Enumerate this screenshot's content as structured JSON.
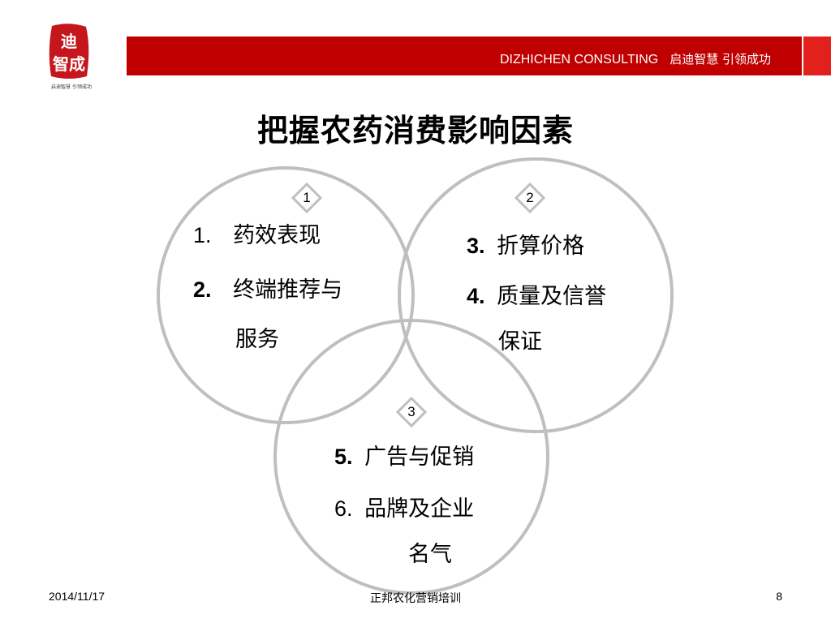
{
  "header": {
    "logo_text": "迪智成",
    "logo_tagline": "启迪智慧 引领成功",
    "company": "DIZHICHEN  CONSULTING",
    "slogan": "启迪智慧 引领成功"
  },
  "title": "把握农药消费影响因素",
  "diagram": {
    "groups": [
      {
        "marker": "1",
        "items": [
          {
            "num": "1.",
            "text": "药效表现"
          },
          {
            "num": "2.",
            "text": "终端推荐与",
            "cont": "服务"
          }
        ]
      },
      {
        "marker": "2",
        "items": [
          {
            "num": "3.",
            "text": "折算价格"
          },
          {
            "num": "4.",
            "text": "质量及信誉",
            "cont": "保证"
          }
        ]
      },
      {
        "marker": "3",
        "items": [
          {
            "num": "5.",
            "text": "广告与促销"
          },
          {
            "num": "6.",
            "text": "品牌及企业",
            "cont": "名气"
          }
        ]
      }
    ]
  },
  "footer": {
    "date": "2014/11/17",
    "center": "正邦农化营销培训",
    "page": "8"
  },
  "colors": {
    "header_red": "#c00000",
    "circle_stroke": "#bfbfbf"
  }
}
